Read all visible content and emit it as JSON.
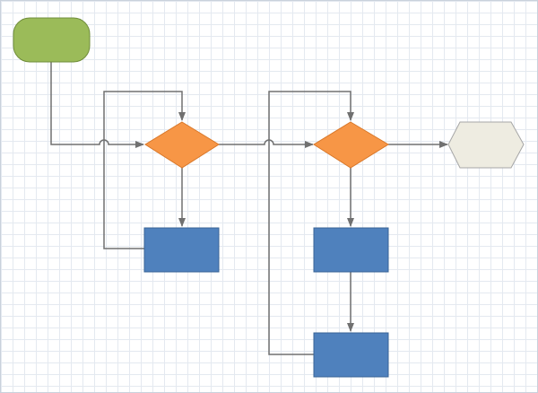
{
  "diagram": {
    "style": {
      "grid_color": "#e4e9f0",
      "connector_color": "#707070",
      "start_fill": "#9bbb59",
      "start_stroke": "#6f8c3a",
      "decision_fill": "#f79646",
      "decision_stroke": "#d9782a",
      "process_fill": "#4f81bd",
      "process_stroke": "#3a6496",
      "end_fill": "#eeece1",
      "end_stroke": "#a6a6a6"
    },
    "nodes": [
      {
        "id": "start",
        "shape": "terminator",
        "label": ""
      },
      {
        "id": "decision-1",
        "shape": "diamond",
        "label": ""
      },
      {
        "id": "process-1",
        "shape": "rectangle",
        "label": ""
      },
      {
        "id": "decision-2",
        "shape": "diamond",
        "label": ""
      },
      {
        "id": "process-2",
        "shape": "rectangle",
        "label": ""
      },
      {
        "id": "process-3",
        "shape": "rectangle",
        "label": ""
      },
      {
        "id": "end",
        "shape": "hexagon",
        "label": ""
      }
    ],
    "edges": [
      {
        "from": "start",
        "to": "decision-1"
      },
      {
        "from": "decision-1",
        "to": "process-1"
      },
      {
        "from": "process-1",
        "to": "decision-1"
      },
      {
        "from": "decision-1",
        "to": "decision-2"
      },
      {
        "from": "decision-2",
        "to": "process-2"
      },
      {
        "from": "process-2",
        "to": "process-3"
      },
      {
        "from": "process-3",
        "to": "decision-2"
      },
      {
        "from": "decision-2",
        "to": "end"
      }
    ]
  }
}
